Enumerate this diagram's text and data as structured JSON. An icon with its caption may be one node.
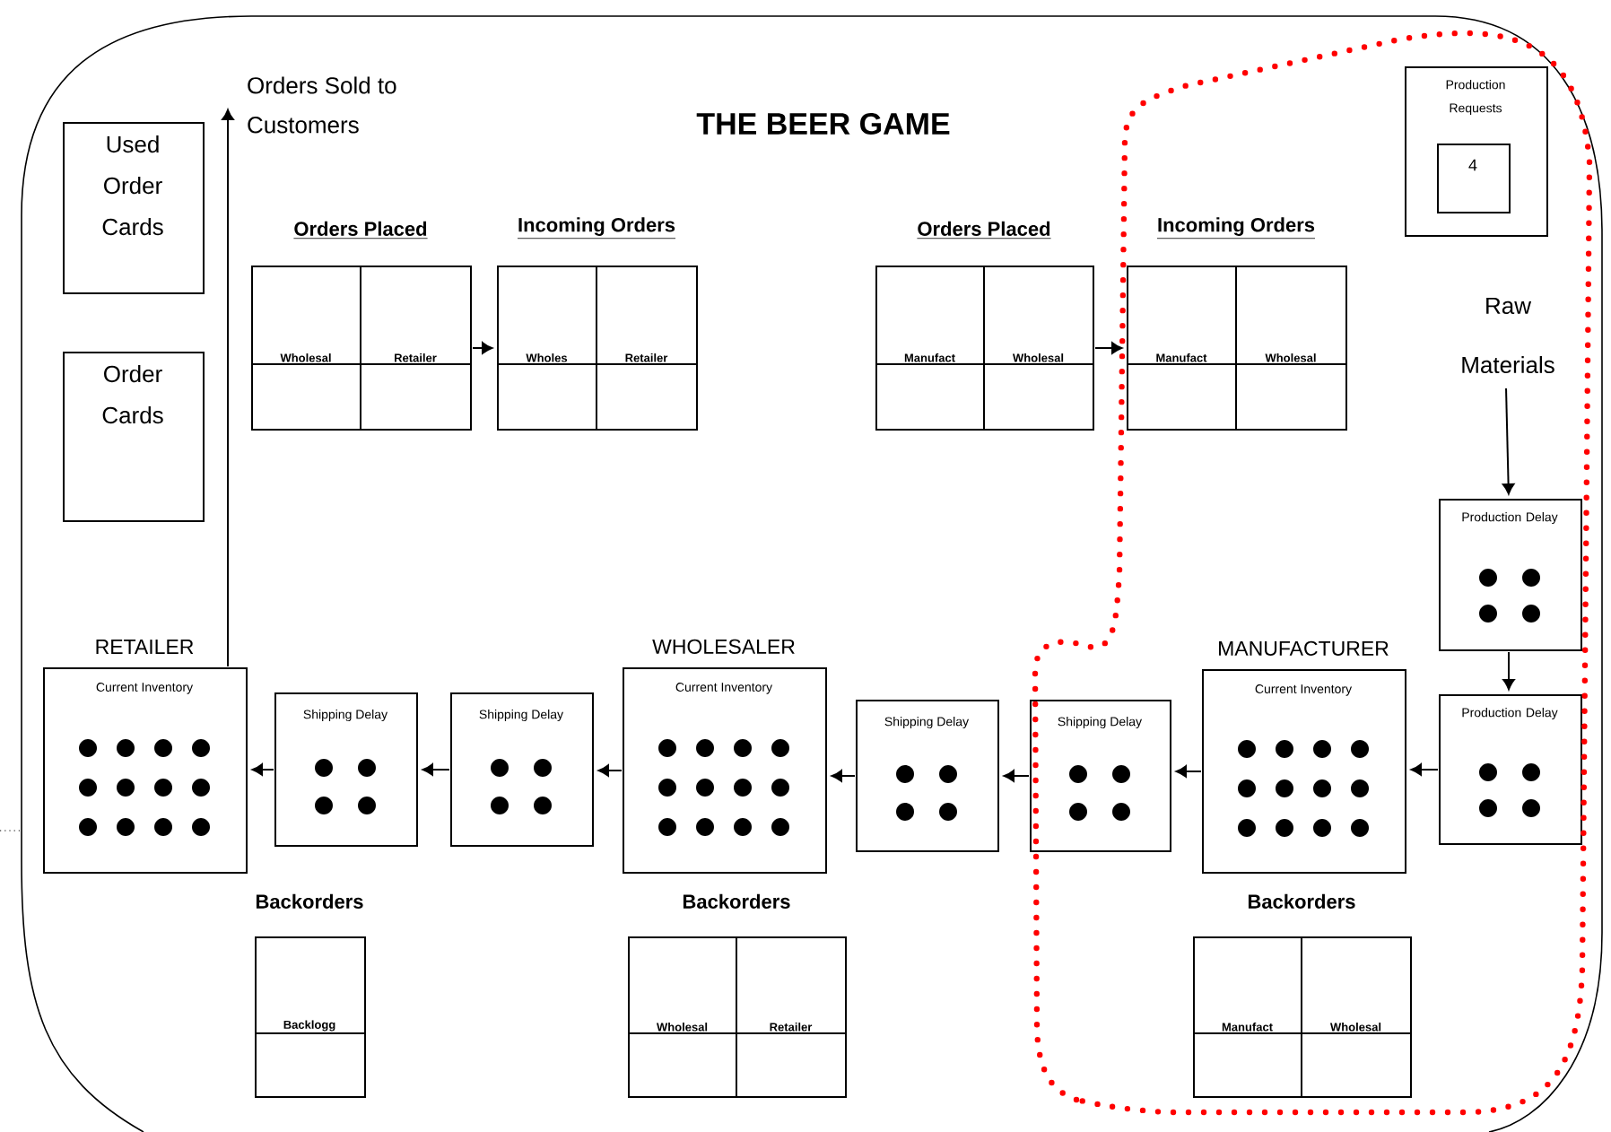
{
  "diagram": {
    "title": "THE BEER GAME",
    "nodes": [
      {
        "text": [
          "Used Order Cards"
        ]
      },
      {
        "text": [
          "Order Cards"
        ]
      },
      {
        "text": [
          "Orders Sold to Customers"
        ]
      },
      {
        "text": [
          "Production Requests"
        ]
      },
      {
        "text": [
          "4"
        ],
        "in": 3
      },
      {
        "text": [
          "Orders Placed",
          "Wholesal",
          "Retailer"
        ]
      },
      {
        "text": [
          "Incoming Orders",
          "Wholes",
          "Retailer"
        ]
      },
      {
        "text": [
          "Orders Placed",
          "Manufact",
          "Wholesal"
        ]
      },
      {
        "text": [
          "Incoming Orders",
          "Manufact",
          "Wholesal"
        ]
      },
      {
        "text": [
          "Raw Materials"
        ]
      },
      {
        "text": [
          "Production Delay"
        ]
      },
      {
        "text": [
          "RETAILER",
          "Current Inventory"
        ]
      },
      {
        "text": [
          "Shipping Delay"
        ]
      },
      {
        "text": [
          "Shipping Delay"
        ]
      },
      {
        "text": [
          "WHOLESALER",
          "Current Inventory"
        ]
      },
      {
        "text": [
          "Shipping Delay"
        ]
      },
      {
        "text": [
          "Shipping Delay"
        ]
      },
      {
        "text": [
          "MANUFACTURER",
          "Current Inventory"
        ]
      },
      {
        "text": [
          "Production Delay"
        ]
      },
      {
        "text": [
          "Backorders",
          "Backlogg"
        ]
      },
      {
        "text": [
          "Backorders",
          "Wholesal",
          "Retailer"
        ]
      },
      {
        "text": [
          "Backorders",
          "Manufact",
          "Wholesal"
        ]
      }
    ],
    "edges": [
      {
        "from": 11,
        "to": 2,
        "arrow": "to"
      },
      {
        "from": 5,
        "to": 6,
        "arrow": "to"
      },
      {
        "from": 7,
        "to": 8,
        "arrow": "to"
      },
      {
        "from": 9,
        "to": 10,
        "arrow": "to"
      },
      {
        "from": 10,
        "to": 18,
        "arrow": "to"
      },
      {
        "from": 18,
        "to": 17,
        "arrow": "to"
      },
      {
        "from": 17,
        "to": 16,
        "arrow": "to"
      },
      {
        "from": 16,
        "to": 15,
        "arrow": "to"
      },
      {
        "from": 15,
        "to": 14,
        "arrow": "to"
      },
      {
        "from": 14,
        "to": 13,
        "arrow": "to"
      },
      {
        "from": 13,
        "to": 12,
        "arrow": "to"
      },
      {
        "from": 12,
        "to": 11,
        "arrow": "to"
      }
    ]
  }
}
